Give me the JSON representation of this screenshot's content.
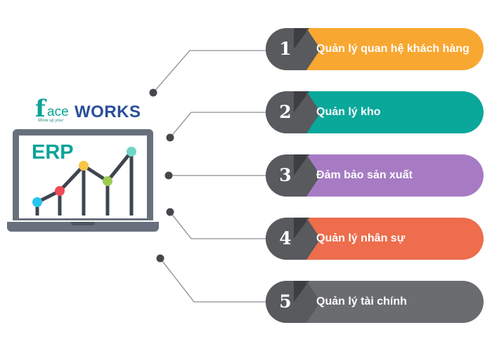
{
  "logo": {
    "letter": "f",
    "ace": "ace",
    "works": "WORKS",
    "tagline": "Move up your"
  },
  "laptop": {
    "screen_label": "ERP",
    "chart_colors": [
      "#27c4ef",
      "#ef4b57",
      "#f9c544",
      "#9ccc52",
      "#6fd6c4"
    ],
    "line_color": "#3f4550"
  },
  "items": [
    {
      "number": "1",
      "label": "Quản lý quan hệ khách hàng",
      "color": "#f8a731"
    },
    {
      "number": "2",
      "label": "Quản lý kho",
      "color": "#0aa79b"
    },
    {
      "number": "3",
      "label": "Đảm bảo sản xuất",
      "color": "#a77bc4"
    },
    {
      "number": "4",
      "label": "Quản lý nhân sự",
      "color": "#ed6d4c"
    },
    {
      "number": "5",
      "label": "Quản lý tài chính",
      "color": "#6a6c70"
    }
  ],
  "connector_color": "#8a8d92",
  "dot_color": "#45474b"
}
